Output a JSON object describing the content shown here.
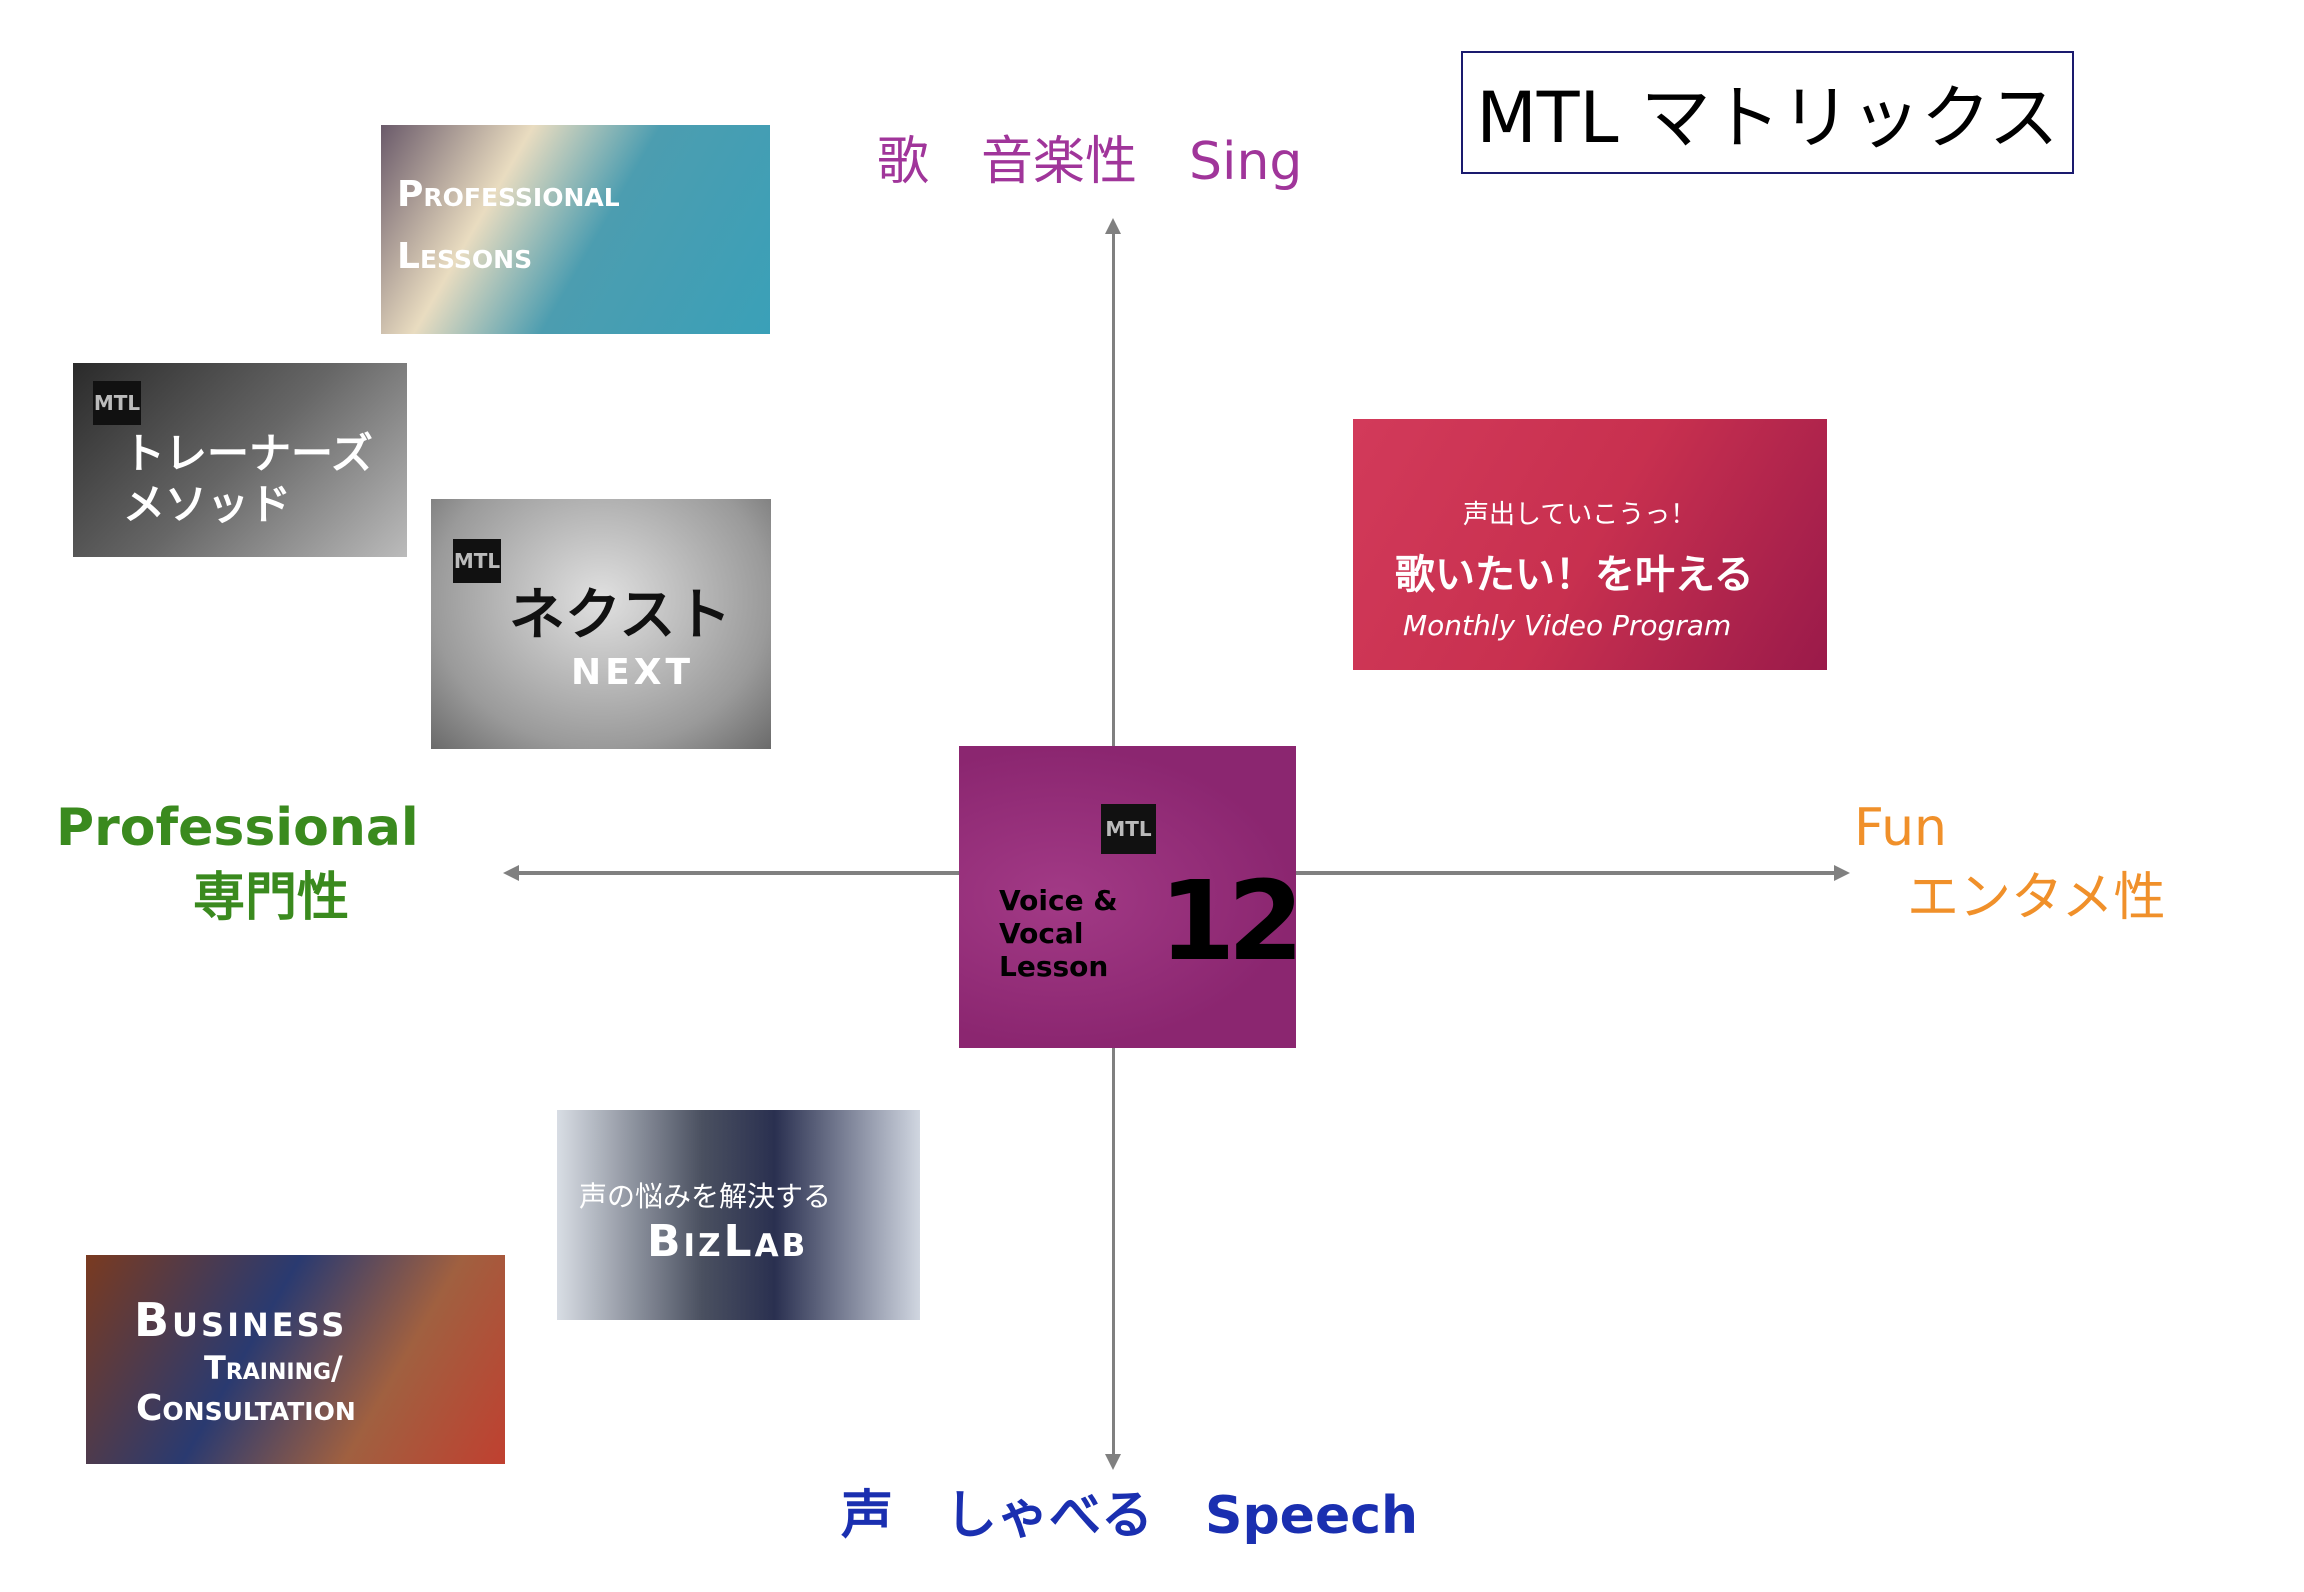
{
  "title": "MTL マトリックス",
  "axes": {
    "top": {
      "label": "歌　音楽性　Sing",
      "color": "#a0359a"
    },
    "bottom": {
      "label": "声　しゃべる　Speech",
      "color": "#1a2fb0"
    },
    "left": {
      "line1": "Professional",
      "line2": "専門性",
      "color": "#3a8a1e"
    },
    "right": {
      "line1": "Fun",
      "line2": "エンタメ性",
      "color": "#f0902a"
    }
  },
  "center": {
    "badge": "MTL",
    "line1": "Voice &",
    "line2": "Vocal",
    "line3": "Lesson",
    "number": "12",
    "color": "#8b2670"
  },
  "cards": {
    "professional_lessons": {
      "line1": "Professional",
      "line2": "Lessons"
    },
    "trainers": {
      "badge": "MTL",
      "line1": "トレーナーズ",
      "line2": "メソッド"
    },
    "next": {
      "badge": "MTL",
      "line1": "ネクスト",
      "line2": "NEXT"
    },
    "monthly": {
      "line1": "声出していこうっ！",
      "line2": "歌いたい！を叶える",
      "line3": "Monthly Video Program"
    },
    "bizlab": {
      "line1": "声の悩みを解決する",
      "line2": "BizLab"
    },
    "business": {
      "line1": "Business",
      "line2": "Training/",
      "line3": "Consultation"
    }
  }
}
